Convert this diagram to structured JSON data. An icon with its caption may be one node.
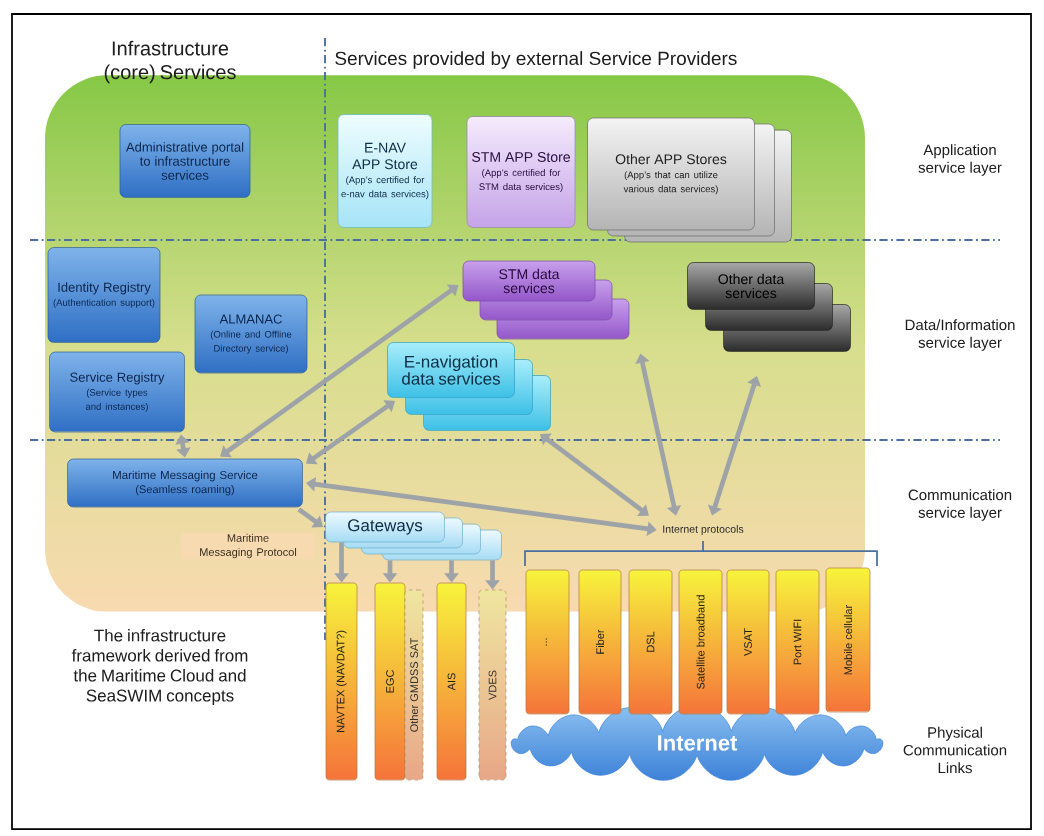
{
  "diagram": {
    "nodes": [
      {
        "text": [
          "Administrative portal to infrastructure services"
        ]
      },
      {
        "text": [
          "E-NAV APP Store",
          "(App’s certified for e-nav data services)"
        ]
      },
      {
        "text": [
          "STM APP Store",
          "(App’s certified for STM data services)"
        ]
      },
      {
        "text": [
          "Other APP Stores",
          "(App’s that can utilize various data services)"
        ]
      },
      {
        "text": [
          "Identity Registry",
          "(Authentication support)"
        ]
      },
      {
        "text": [
          "ALMANAC",
          "(Online and Offline Directory service)"
        ]
      },
      {
        "text": [
          "Service Registry",
          "(Service types and instances)"
        ]
      },
      {
        "text": [
          "STM data services"
        ]
      },
      {
        "text": [
          "Other data services"
        ]
      },
      {
        "text": [
          "E-navigation data services"
        ]
      },
      {
        "text": [
          "Maritime Messaging Service",
          "(Seamless roaming)"
        ]
      },
      {
        "text": [
          "Gateways"
        ]
      },
      {
        "text": [
          "Internet protocols"
        ]
      },
      {
        "text": [
          "NAVTEX (NAVDAT?)"
        ]
      },
      {
        "text": [
          "EGC"
        ]
      },
      {
        "text": [
          "Other GMDSS SAT"
        ]
      },
      {
        "text": [
          "AIS"
        ]
      },
      {
        "text": [
          "VDES"
        ]
      },
      {
        "text": [
          "..."
        ]
      },
      {
        "text": [
          "Fiber"
        ]
      },
      {
        "text": [
          "DSL"
        ]
      },
      {
        "text": [
          "Satellite broadband"
        ]
      },
      {
        "text": [
          "VSAT"
        ]
      },
      {
        "text": [
          "Port WIFI"
        ]
      },
      {
        "text": [
          "Mobile cellular"
        ]
      },
      {
        "text": [
          "Internet"
        ]
      }
    ],
    "edges": [
      {
        "from": 6,
        "to": 10,
        "arrow": "both"
      },
      {
        "from": 7,
        "to": 10,
        "arrow": "both"
      },
      {
        "from": 9,
        "to": 10,
        "arrow": "both"
      },
      {
        "from": 12,
        "to": 10,
        "arrow": "both"
      },
      {
        "from": 9,
        "to": 12,
        "arrow": "both"
      },
      {
        "from": 7,
        "to": 12,
        "arrow": "both"
      },
      {
        "from": 8,
        "to": 12,
        "arrow": "both"
      },
      {
        "from": 10,
        "to": 11,
        "arrow": "to",
        "label": "Maritime Messaging Protocol"
      },
      {
        "from": 11,
        "to": 13,
        "arrow": "to"
      },
      {
        "from": 11,
        "to": 14,
        "arrow": "to"
      },
      {
        "from": 11,
        "to": 16,
        "arrow": "to"
      },
      {
        "from": 11,
        "to": 17,
        "arrow": "to"
      }
    ],
    "labels": [
      "Infrastructure (core) Services",
      "Services provided by external Service Providers",
      "Application service layer",
      "Data/Information service layer",
      "Communication service layer",
      "The infrastructure framework derived from the Maritime Cloud and SeaSWIM concepts",
      "Physical Communication Links"
    ]
  }
}
